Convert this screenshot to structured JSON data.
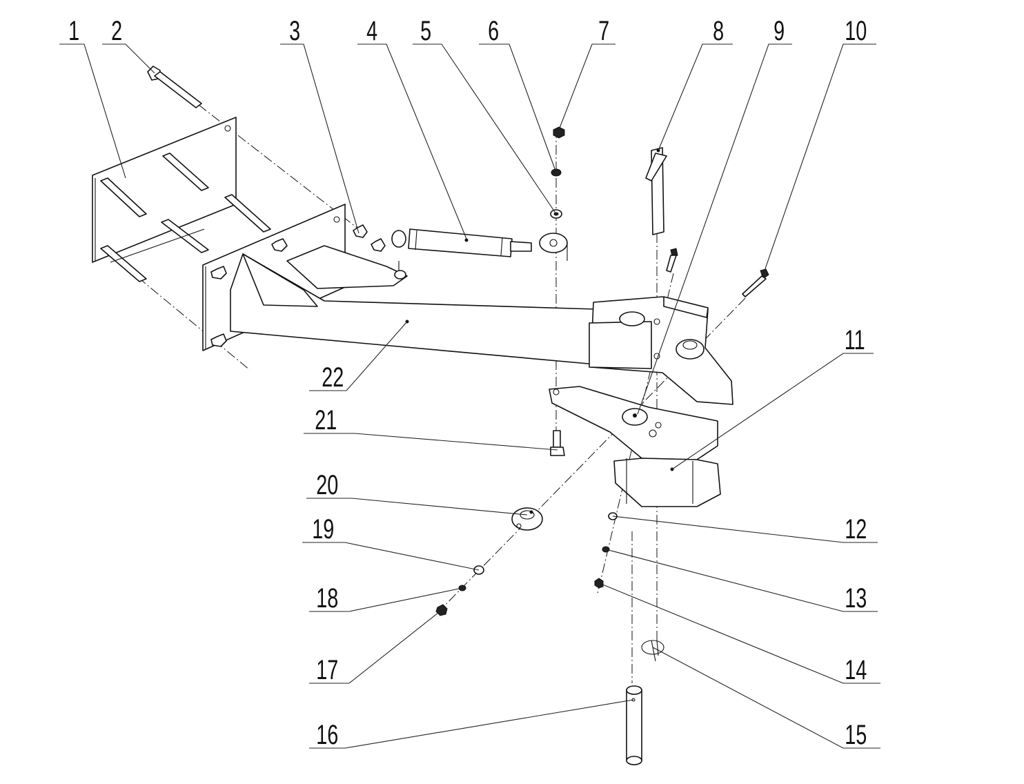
{
  "diagram": {
    "callouts": [
      {
        "id": "1",
        "label": "1"
      },
      {
        "id": "2",
        "label": "2"
      },
      {
        "id": "3",
        "label": "3"
      },
      {
        "id": "4",
        "label": "4"
      },
      {
        "id": "5",
        "label": "5"
      },
      {
        "id": "6",
        "label": "6"
      },
      {
        "id": "7",
        "label": "7"
      },
      {
        "id": "8",
        "label": "8"
      },
      {
        "id": "9",
        "label": "9"
      },
      {
        "id": "10",
        "label": "10"
      },
      {
        "id": "11",
        "label": "11"
      },
      {
        "id": "12",
        "label": "12"
      },
      {
        "id": "13",
        "label": "13"
      },
      {
        "id": "14",
        "label": "14"
      },
      {
        "id": "15",
        "label": "15"
      },
      {
        "id": "16",
        "label": "16"
      },
      {
        "id": "17",
        "label": "17"
      },
      {
        "id": "18",
        "label": "18"
      },
      {
        "id": "19",
        "label": "19"
      },
      {
        "id": "20",
        "label": "20"
      },
      {
        "id": "21",
        "label": "21"
      },
      {
        "id": "22",
        "label": "22"
      }
    ],
    "colors": {
      "line": "#111111",
      "background": "#ffffff"
    }
  }
}
